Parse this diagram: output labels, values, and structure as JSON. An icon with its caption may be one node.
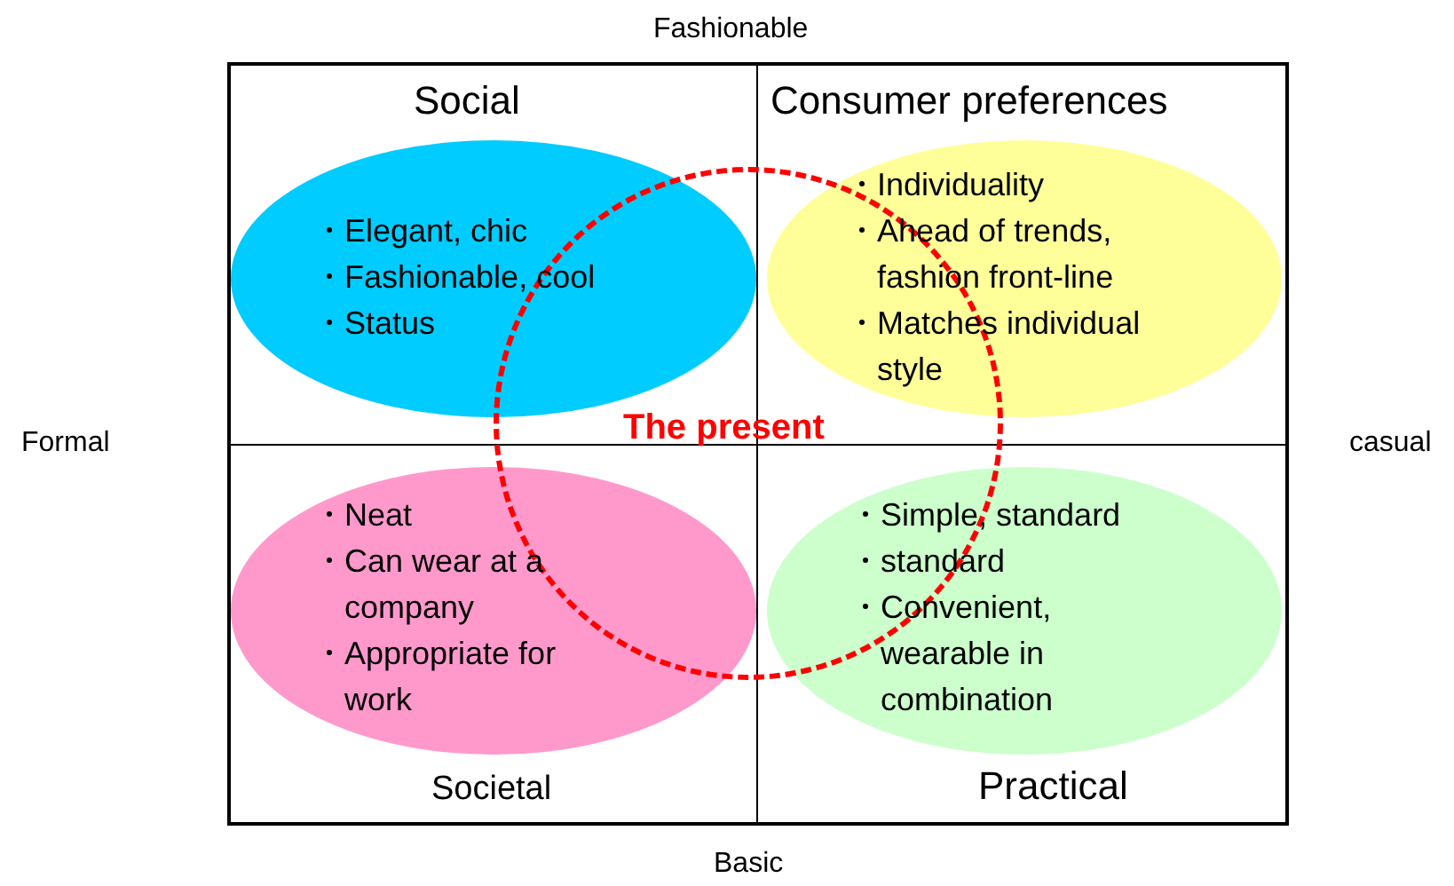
{
  "diagram": {
    "nodes": [
      {
        "text": [
          "Elegant, chic",
          "Fashionable, cool",
          "Status"
        ]
      },
      {
        "text": [
          "Individuality",
          "Ahead of trends, fashion front-line",
          "Matches individual style"
        ]
      },
      {
        "text": [
          "Neat",
          "Can wear at a company",
          "Appropriate for work"
        ]
      },
      {
        "text": [
          "Simple, standard",
          "standard",
          "Convenient, wearable in combination"
        ]
      },
      {
        "text": [
          "The present"
        ]
      }
    ],
    "edges": [],
    "labels": [
      "Fashionable",
      "Social",
      "Consumer preferences",
      "Formal",
      "casual",
      "Societal",
      "Practical",
      "Basic"
    ]
  }
}
